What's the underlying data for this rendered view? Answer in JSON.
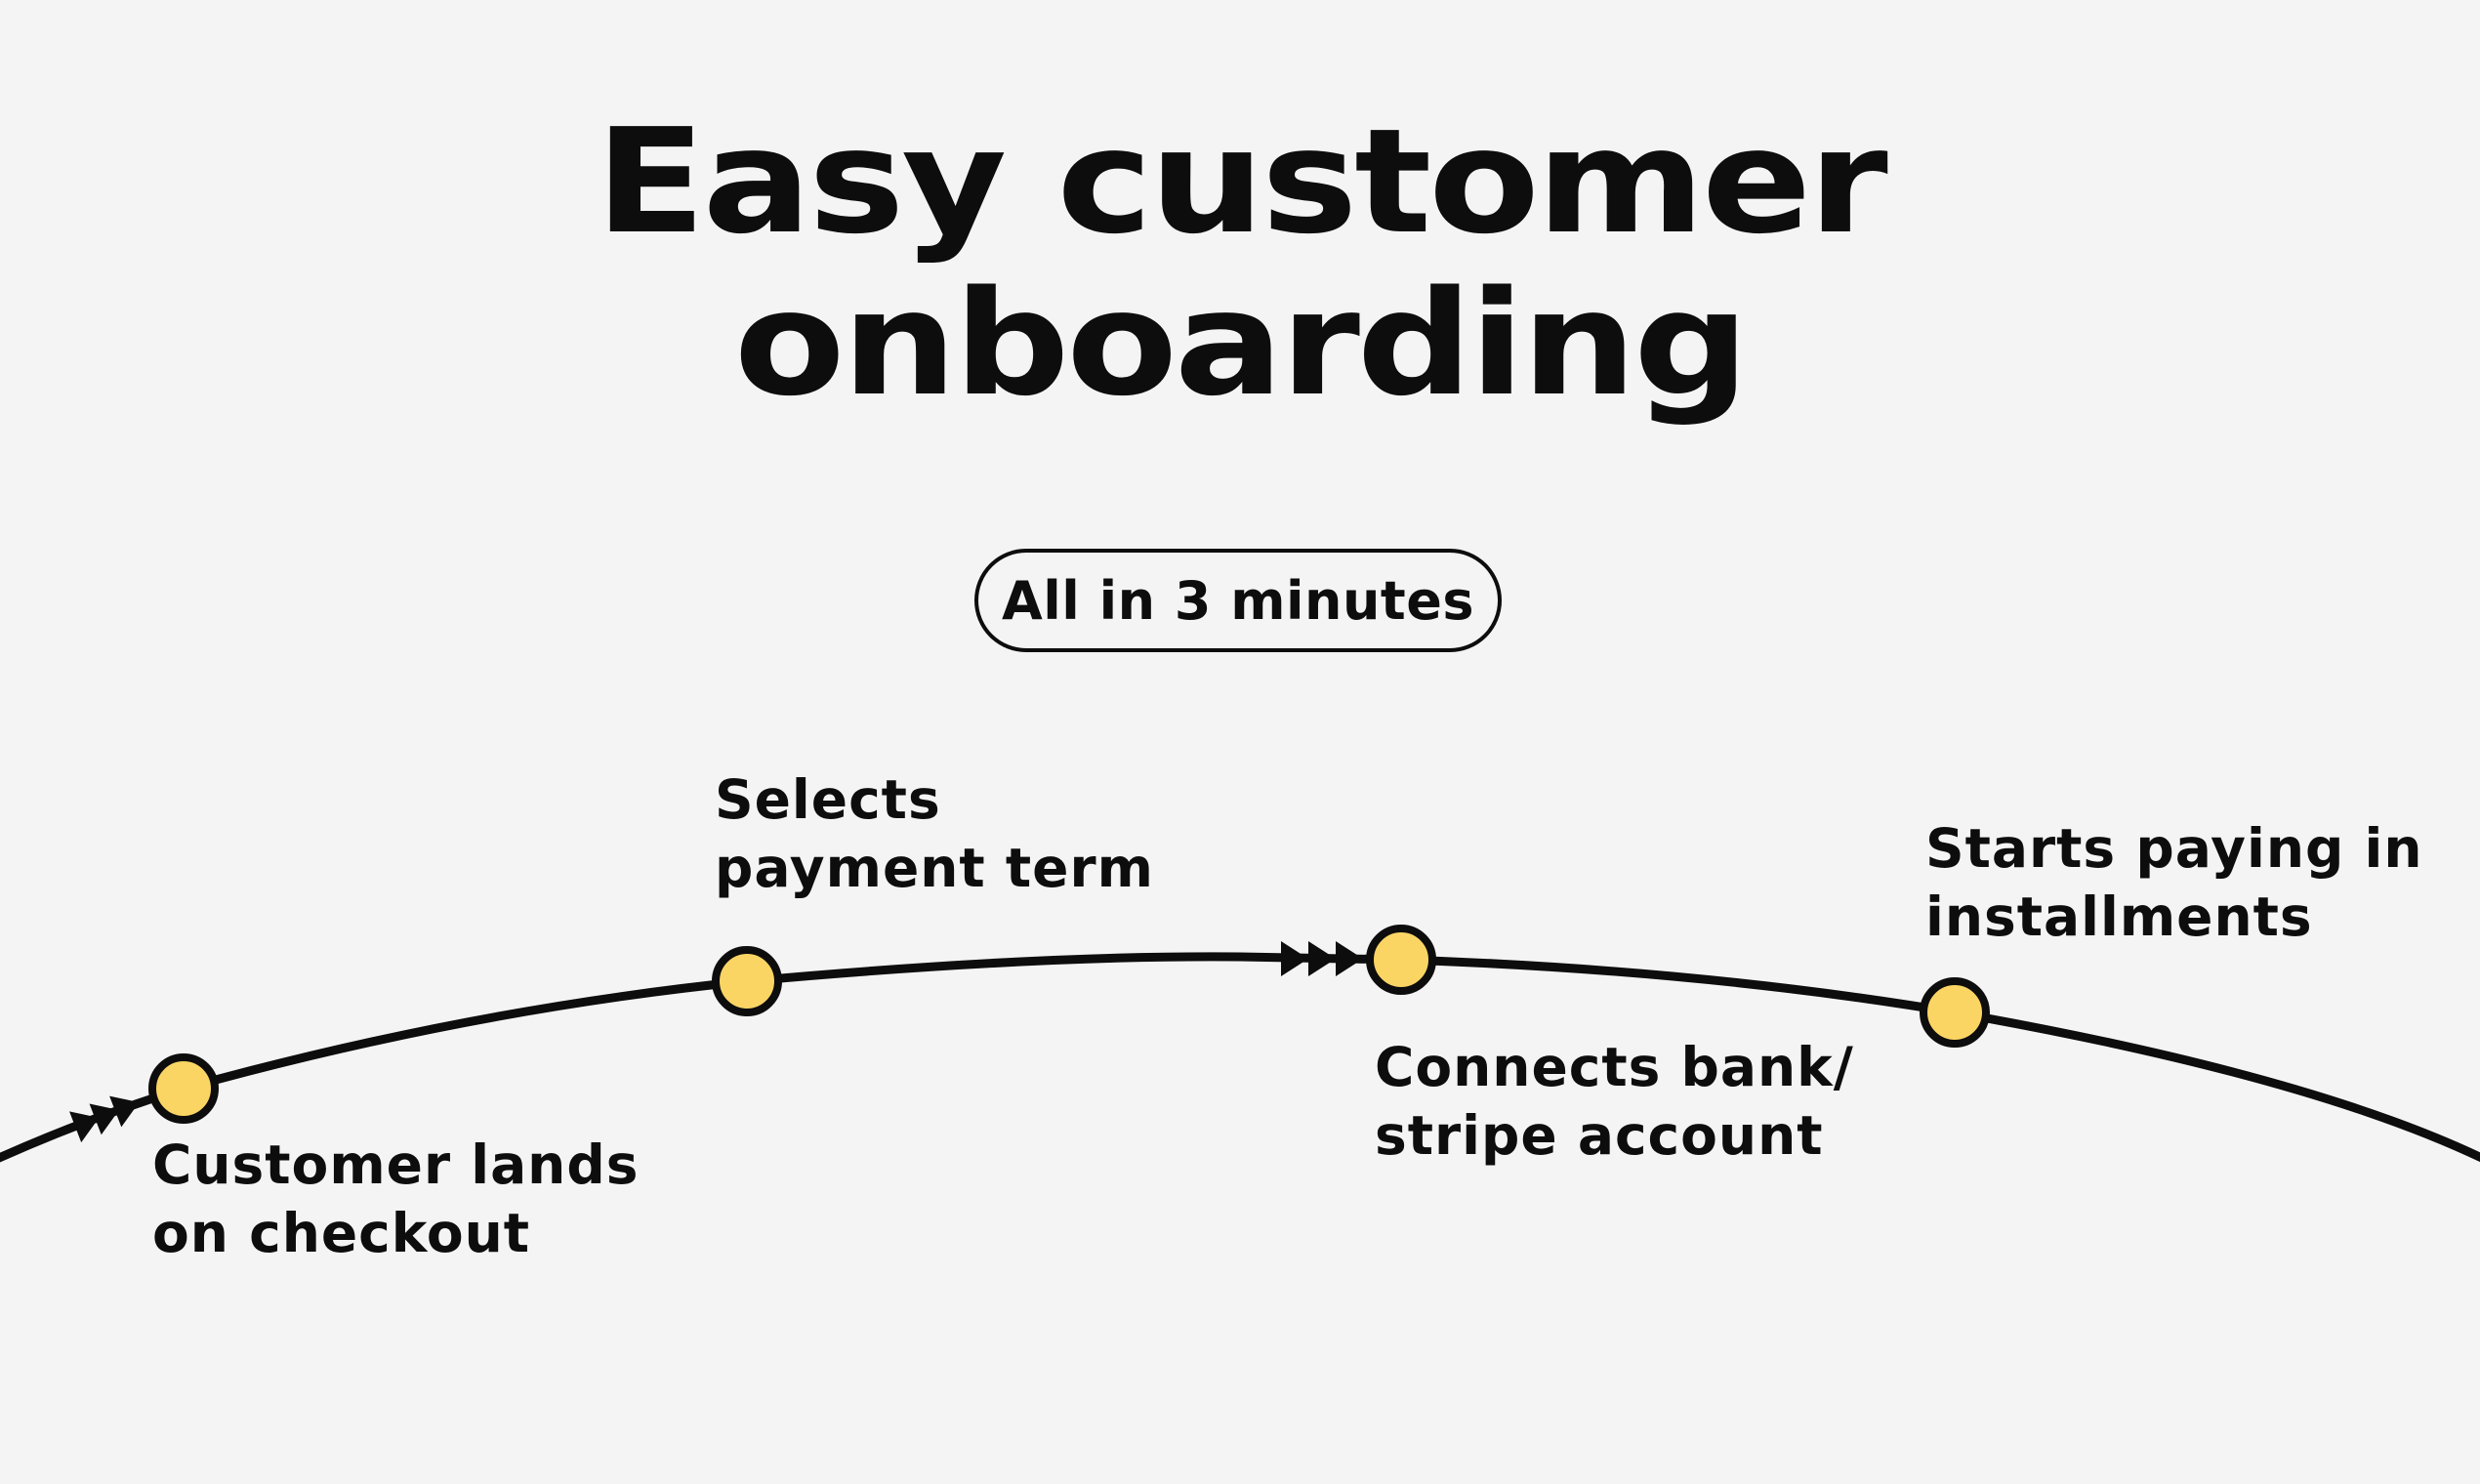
{
  "title": {
    "line1": "Easy customer",
    "line2": "onboarding"
  },
  "badge": {
    "label": "All in 3 minutes"
  },
  "steps": [
    {
      "line1": "Customer lands",
      "line2": "on checkout"
    },
    {
      "line1": "Selects",
      "line2": "payment term"
    },
    {
      "line1": "Connects bank/",
      "line2": "stripe account"
    },
    {
      "line1": "Starts paying in",
      "line2": "installments"
    }
  ],
  "colors": {
    "background": "#f4f4f4",
    "ink": "#0d0d0d",
    "node_fill": "#fbd564"
  },
  "icons": {
    "arrow_marker": "triple-chevron-arrow-icon",
    "node": "circle-node-icon"
  }
}
